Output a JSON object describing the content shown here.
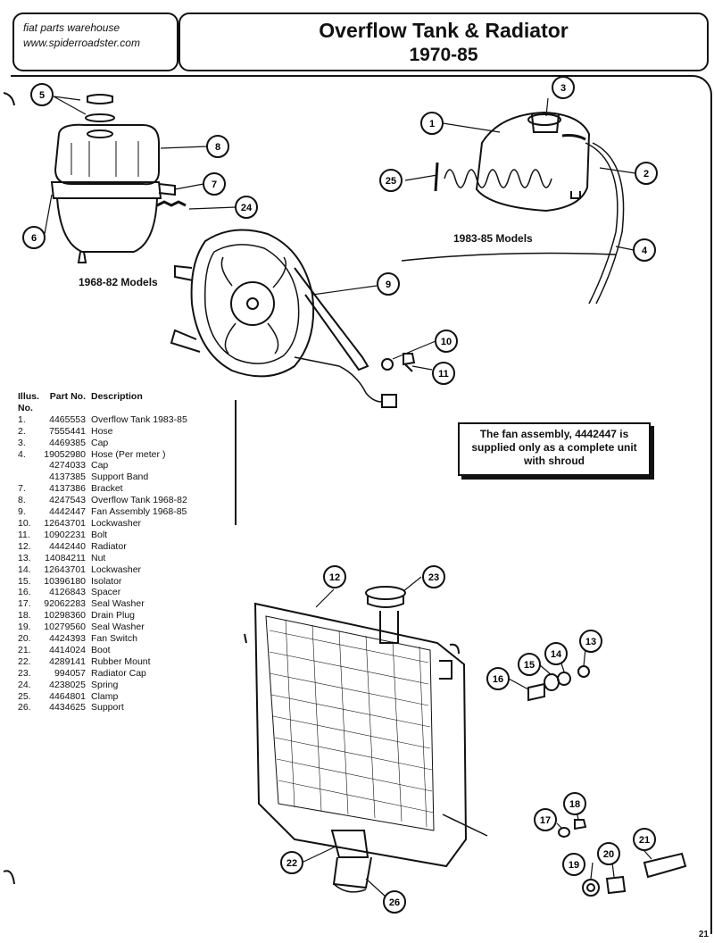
{
  "header": {
    "source_line1": "fiat parts warehouse",
    "source_line2": "www.spiderroadster.com",
    "title": "Overflow Tank & Radiator",
    "years": "1970-85"
  },
  "model_labels": {
    "early": "1968-82 Models",
    "late": "1983-85 Models"
  },
  "parts_table": {
    "headers": {
      "illus": "Illus. No.",
      "part": "Part No.",
      "desc": "Description"
    },
    "rows": [
      {
        "no": "1.",
        "part": "4465553",
        "desc": "Overflow Tank 1983-85"
      },
      {
        "no": "2.",
        "part": "7555441",
        "desc": "Hose"
      },
      {
        "no": "3.",
        "part": "4469385",
        "desc": "Cap"
      },
      {
        "no": "4.",
        "part": "19052980",
        "desc": "Hose (Per meter )"
      },
      {
        "no": "",
        "part": "4274033",
        "desc": "Cap"
      },
      {
        "no": "",
        "part": "4137385",
        "desc": "Support Band"
      },
      {
        "no": "7.",
        "part": "4137386",
        "desc": "Bracket"
      },
      {
        "no": "8.",
        "part": "4247543",
        "desc": "Overflow Tank 1968-82"
      },
      {
        "no": "9.",
        "part": "4442447",
        "desc": "Fan Assembly 1968-85"
      },
      {
        "no": "10.",
        "part": "12643701",
        "desc": "Lockwasher"
      },
      {
        "no": "11.",
        "part": "10902231",
        "desc": "Bolt"
      },
      {
        "no": "12.",
        "part": "4442440",
        "desc": "Radiator"
      },
      {
        "no": "13.",
        "part": "14084211",
        "desc": "Nut"
      },
      {
        "no": "14.",
        "part": "12643701",
        "desc": "Lockwasher"
      },
      {
        "no": "15.",
        "part": "10396180",
        "desc": "Isolator"
      },
      {
        "no": "16.",
        "part": "4126843",
        "desc": "Spacer"
      },
      {
        "no": "17.",
        "part": "92062283",
        "desc": "Seal Washer"
      },
      {
        "no": "18.",
        "part": "10298360",
        "desc": "Drain Plug"
      },
      {
        "no": "19.",
        "part": "10279560",
        "desc": "Seal Washer"
      },
      {
        "no": "20.",
        "part": "4424393",
        "desc": "Fan Switch"
      },
      {
        "no": "21.",
        "part": "4414024",
        "desc": "Boot"
      },
      {
        "no": "22.",
        "part": "4289141",
        "desc": "Rubber Mount"
      },
      {
        "no": "23.",
        "part": "994057",
        "desc": "Radiator Cap"
      },
      {
        "no": "24.",
        "part": "4238025",
        "desc": "Spring"
      },
      {
        "no": "25.",
        "part": "4464801",
        "desc": "Clamp"
      },
      {
        "no": "26.",
        "part": "4434625",
        "desc": "Support"
      }
    ]
  },
  "note": {
    "line1": "The fan assembly, 4442447 is",
    "line2": "supplied only as a complete unit",
    "line3": "with shroud"
  },
  "callouts": {
    "c1": "1",
    "c2": "2",
    "c3": "3",
    "c4": "4",
    "c5": "5",
    "c6": "6",
    "c7": "7",
    "c8": "8",
    "c9": "9",
    "c10": "10",
    "c11": "11",
    "c12": "12",
    "c13": "13",
    "c14": "14",
    "c15": "15",
    "c16": "16",
    "c17": "17",
    "c18": "18",
    "c19": "19",
    "c20": "20",
    "c21": "21",
    "c22": "22",
    "c23": "23",
    "c24": "24",
    "c25": "25",
    "c26": "26"
  },
  "page_number": "21"
}
